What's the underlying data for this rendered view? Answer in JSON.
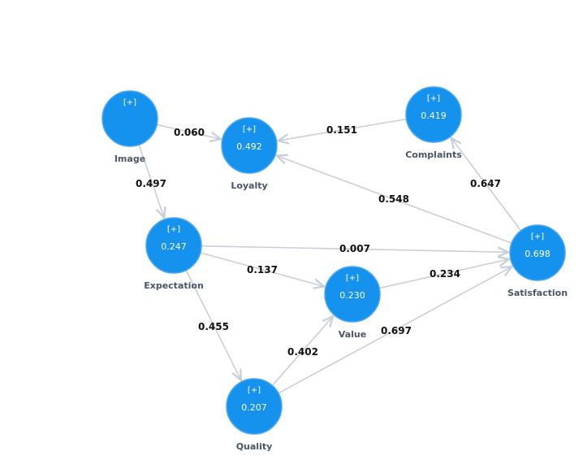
{
  "nodes": [
    {
      "id": "image",
      "label": "Image",
      "value": "",
      "expand": "[+]"
    },
    {
      "id": "loyalty",
      "label": "Loyalty",
      "value": "0.492",
      "expand": "[+]"
    },
    {
      "id": "complaints",
      "label": "Complaints",
      "value": "0.419",
      "expand": "[+]"
    },
    {
      "id": "expectation",
      "label": "Expectation",
      "value": "0.247",
      "expand": "[+]"
    },
    {
      "id": "satisfaction",
      "label": "Satisfaction",
      "value": "0.698",
      "expand": "[+]"
    },
    {
      "id": "value",
      "label": "Value",
      "value": "0.230",
      "expand": "[+]"
    },
    {
      "id": "quality",
      "label": "Quality",
      "value": "0.207",
      "expand": "[+]"
    }
  ],
  "edges": [
    {
      "from": "image",
      "to": "loyalty",
      "label": "0.060"
    },
    {
      "from": "complaints",
      "to": "loyalty",
      "label": "0.151"
    },
    {
      "from": "image",
      "to": "expectation",
      "label": "0.497"
    },
    {
      "from": "satisfaction",
      "to": "loyalty",
      "label": "0.548"
    },
    {
      "from": "satisfaction",
      "to": "complaints",
      "label": "0.647"
    },
    {
      "from": "expectation",
      "to": "satisfaction",
      "label": "0.007"
    },
    {
      "from": "expectation",
      "to": "value",
      "label": "0.137"
    },
    {
      "from": "value",
      "to": "satisfaction",
      "label": "0.234"
    },
    {
      "from": "expectation",
      "to": "quality",
      "label": "0.455"
    },
    {
      "from": "quality",
      "to": "value",
      "label": "0.402"
    },
    {
      "from": "quality",
      "to": "satisfaction",
      "label": "0.697"
    }
  ]
}
